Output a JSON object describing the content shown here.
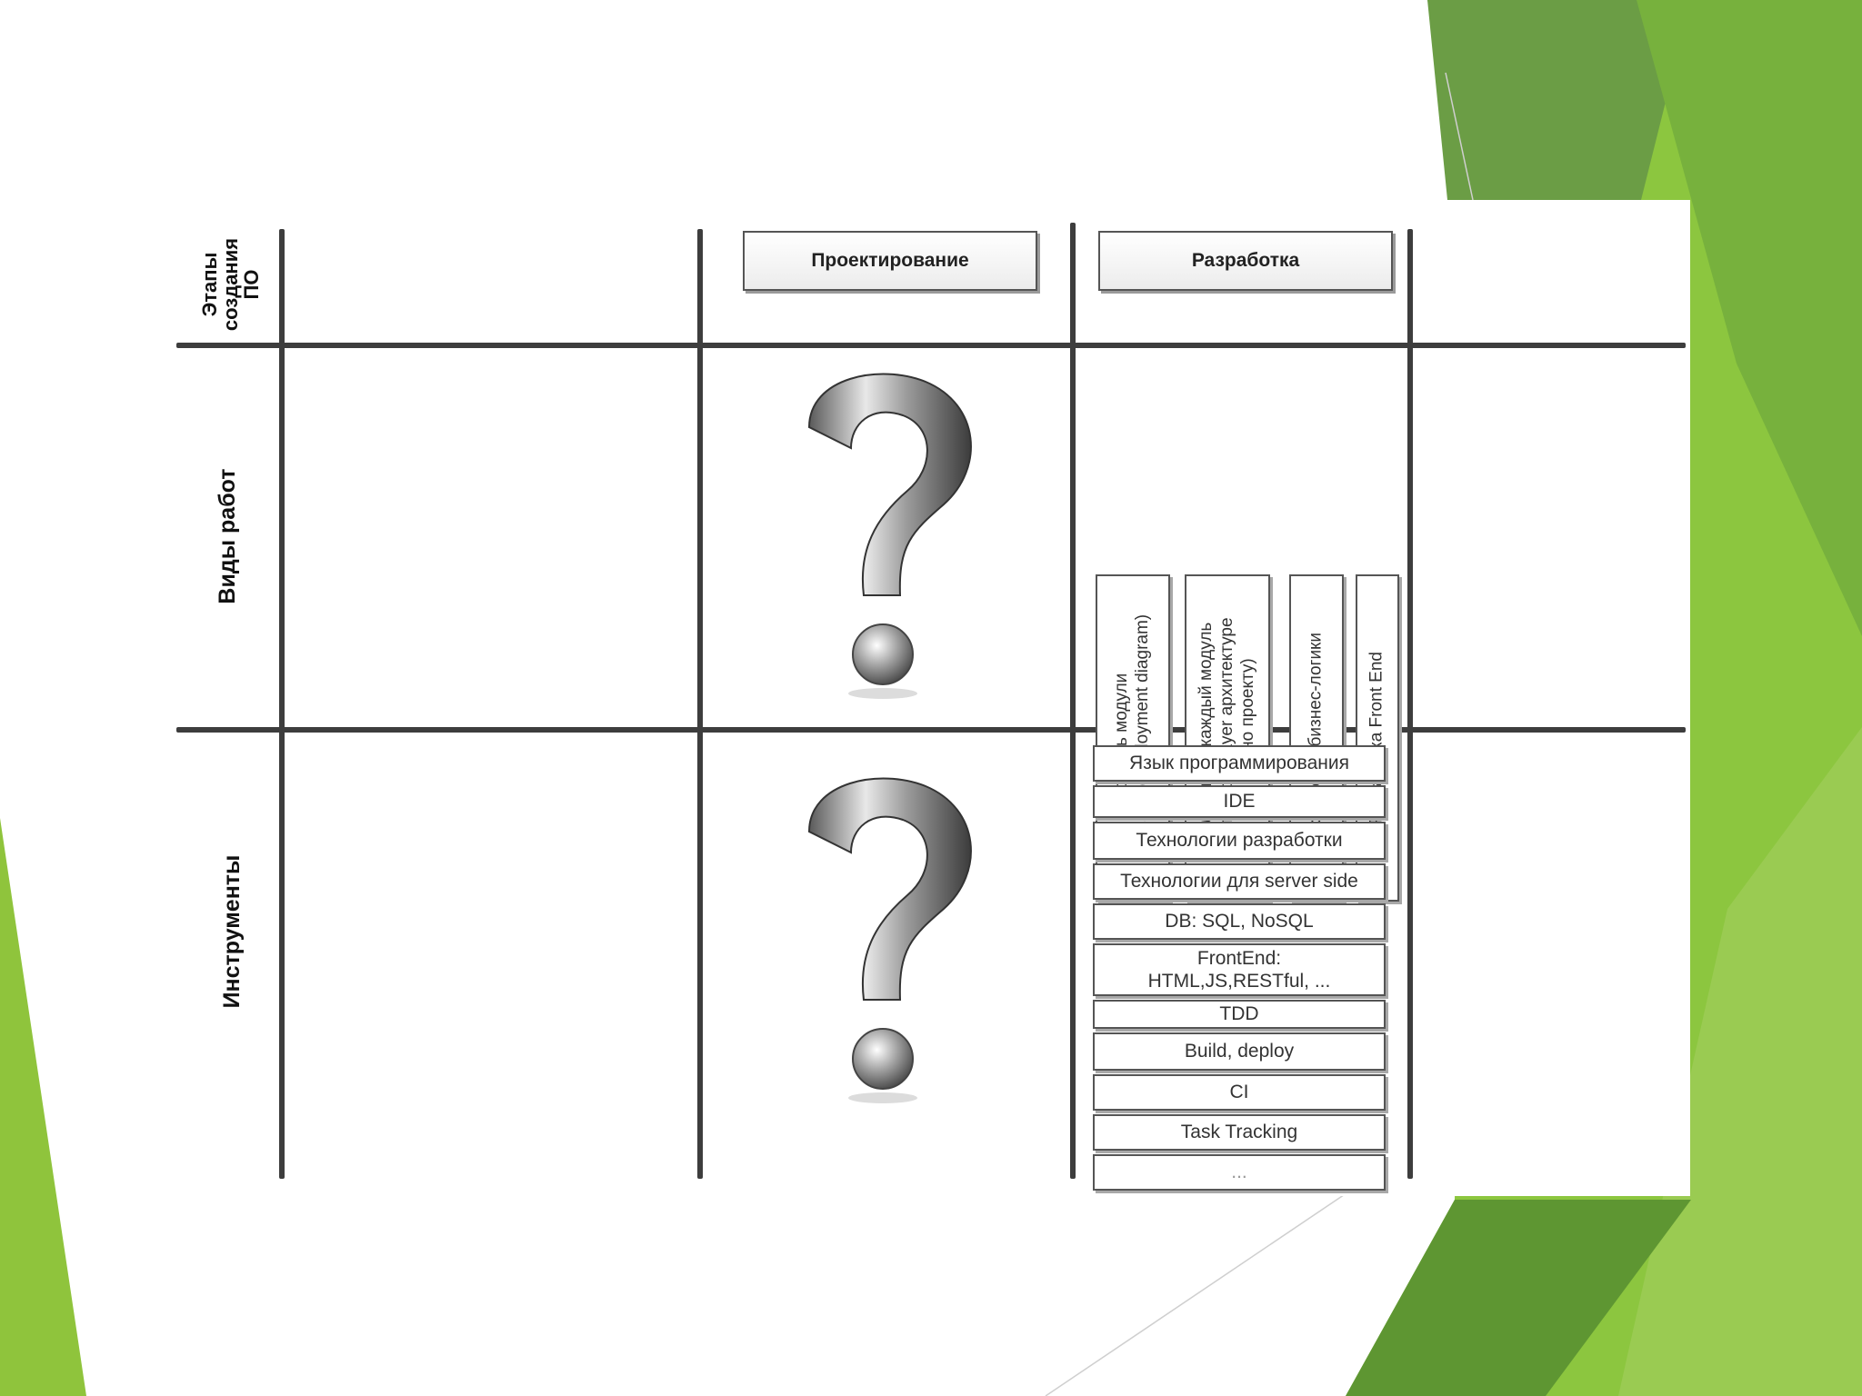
{
  "rows": {
    "stages_label": "Этапы\nсоздания\nПО",
    "work_types_label": "Виды работ",
    "tools_label": "Инструменты"
  },
  "stages": [
    "Проектирование",
    "Разработка"
  ],
  "work_types": [
    "Создать модули\n(согласно Deployment diagram)",
    "Реализовать каждый модуль\n(согласно N-layer архитектуре\nи согласно проекту)",
    "Разработка бизнес-логики",
    "Разработка Front End"
  ],
  "tools": [
    "Язык программирования",
    "IDE",
    "Технологии разработки",
    "Технологии для server side",
    "DB: SQL, NoSQL",
    "FrontEnd:\nHTML,JS,RESTful, ...",
    "TDD",
    "Build, deploy",
    "CI",
    "Task Tracking",
    "..."
  ],
  "icons": {
    "design_work": "question-mark-icon",
    "design_tools": "question-mark-icon"
  },
  "colors": {
    "accent_dark": "#5e9632",
    "accent_light": "#8cc63f",
    "grid_line": "#3d3d3d"
  }
}
